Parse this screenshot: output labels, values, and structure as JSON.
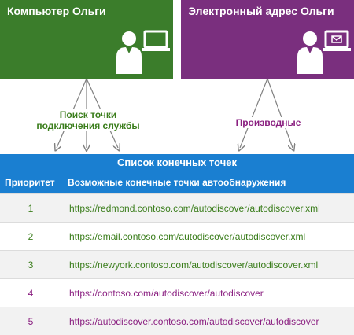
{
  "colors": {
    "left_box": "#3b7d2b",
    "right_box": "#7a2f7e",
    "blue": "#1a7fd1",
    "green_text": "#3a7d1b",
    "purple_text": "#8a1f80",
    "arrow": "#808080",
    "row_alt": "#f2f2f2"
  },
  "left_box": {
    "title": "Компьютер Ольги",
    "icon": "person-laptop-icon"
  },
  "right_box": {
    "title": "Электронный адрес Ольги",
    "icon": "person-email-icon"
  },
  "left_connector": {
    "label_line1": "Поиск точки",
    "label_line2": "подключения службы"
  },
  "right_connector": {
    "label": "Производные"
  },
  "list_title": "Список конечных точек",
  "table": {
    "headers": [
      "Приоритет",
      "Возможные конечные точки автообнаружения"
    ],
    "rows": [
      {
        "priority": "1",
        "url": "https://redmond.contoso.com/autodiscover/autodiscover.xml",
        "group": "left"
      },
      {
        "priority": "2",
        "url": "https://email.contoso.com/autodiscover/autodiscover.xml",
        "group": "left"
      },
      {
        "priority": "3",
        "url": "https://newyork.contoso.com/autodiscover/autodiscover.xml",
        "group": "left"
      },
      {
        "priority": "4",
        "url": "https://contoso.com/autodiscover/autodiscover",
        "group": "right"
      },
      {
        "priority": "5",
        "url": "https://autodiscover.contoso.com/autodiscover/autodiscover",
        "group": "right"
      }
    ]
  }
}
